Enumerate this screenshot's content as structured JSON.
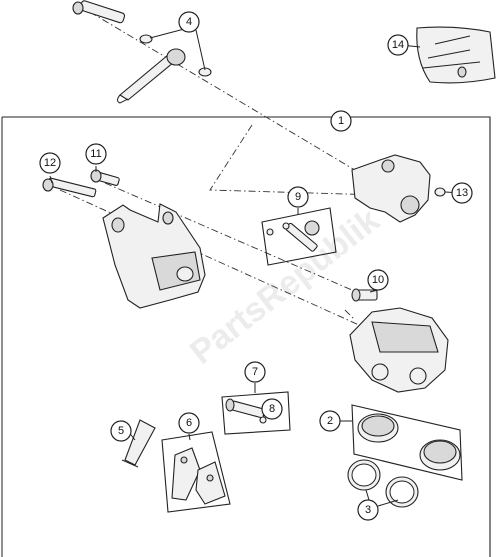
{
  "callouts": [
    {
      "id": "c1",
      "label": "1"
    },
    {
      "id": "c2",
      "label": "2"
    },
    {
      "id": "c3",
      "label": "3"
    },
    {
      "id": "c4",
      "label": "4"
    },
    {
      "id": "c5",
      "label": "5"
    },
    {
      "id": "c6",
      "label": "6"
    },
    {
      "id": "c7",
      "label": "7"
    },
    {
      "id": "c8",
      "label": "8"
    },
    {
      "id": "c9",
      "label": "9"
    },
    {
      "id": "c10",
      "label": "10"
    },
    {
      "id": "c11",
      "label": "11"
    },
    {
      "id": "c12",
      "label": "12"
    },
    {
      "id": "c13",
      "label": "13"
    },
    {
      "id": "c14",
      "label": "14"
    }
  ],
  "watermark": "PartsRepublik"
}
